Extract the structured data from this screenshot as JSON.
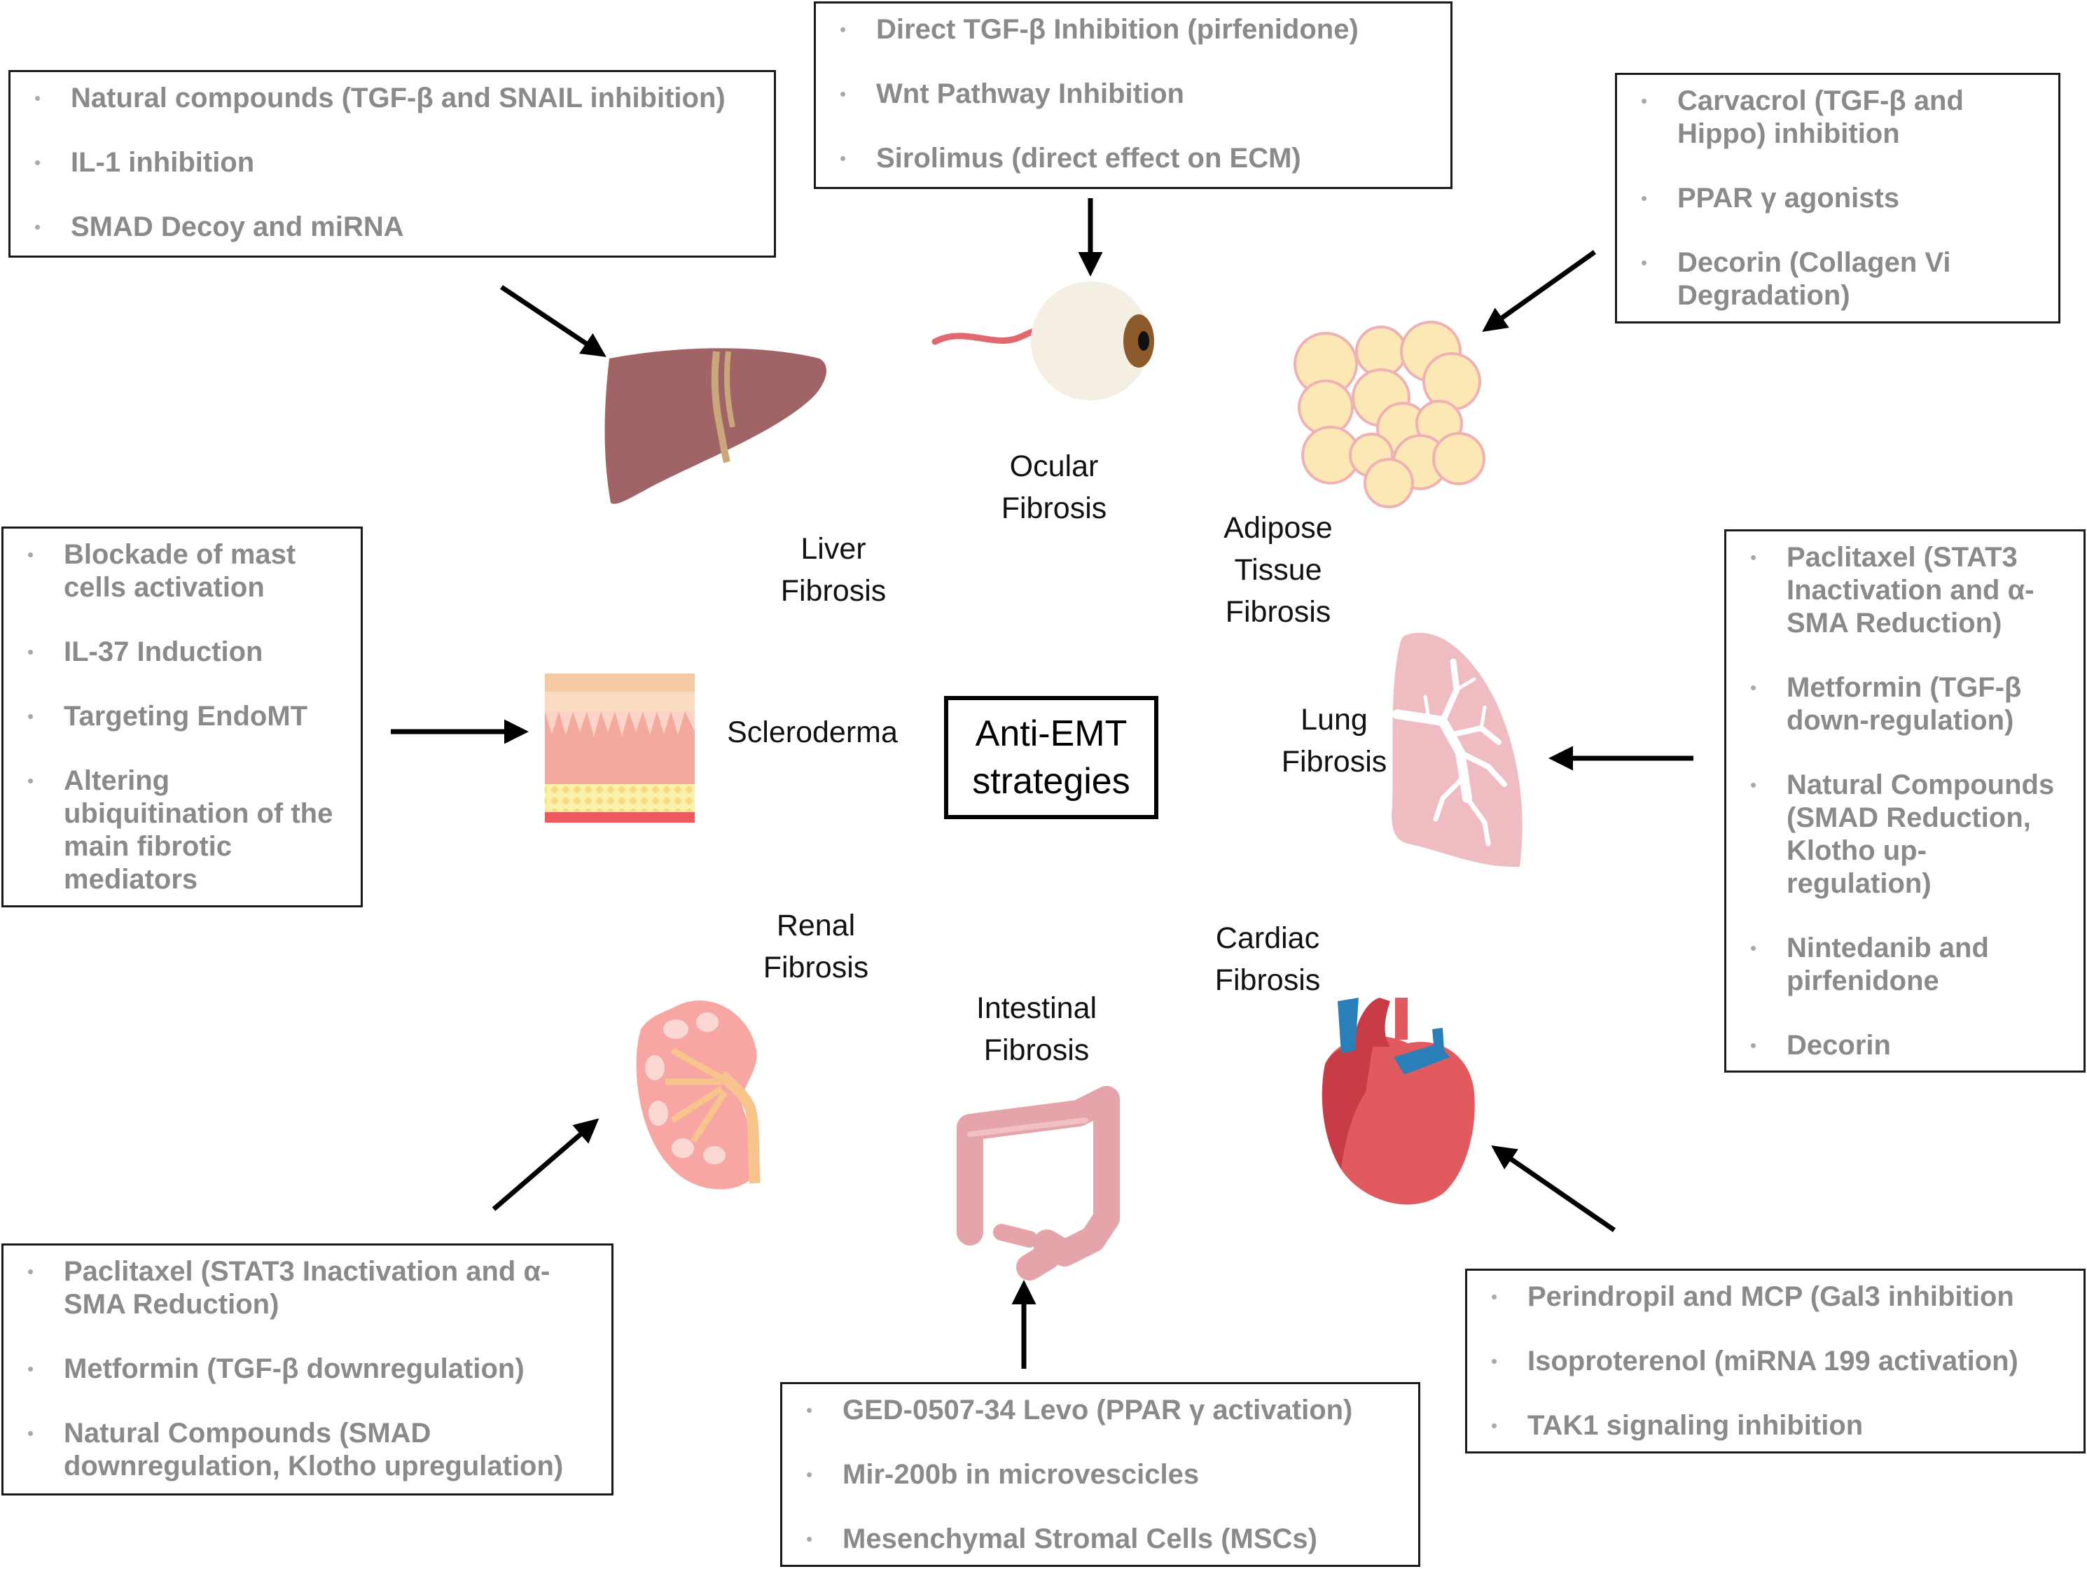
{
  "center": {
    "line1": "Anti-EMT",
    "line2": "strategies"
  },
  "organs": {
    "liver": {
      "line1": "Liver",
      "line2": "Fibrosis"
    },
    "ocular": {
      "line1": "Ocular",
      "line2": "Fibrosis"
    },
    "adipose": {
      "line1": "Adipose",
      "line2": "Tissue",
      "line3": "Fibrosis"
    },
    "scleroderma": {
      "line1": "Scleroderma"
    },
    "lung": {
      "line1": "Lung",
      "line2": "Fibrosis"
    },
    "renal": {
      "line1": "Renal",
      "line2": "Fibrosis"
    },
    "intestinal": {
      "line1": "Intestinal",
      "line2": "Fibrosis"
    },
    "cardiac": {
      "line1": "Cardiac",
      "line2": "Fibrosis"
    }
  },
  "boxes": {
    "liver": {
      "items": [
        "Natural compounds (TGF-β and SNAIL inhibition)",
        "IL-1 inhibition",
        "SMAD Decoy and miRNA"
      ]
    },
    "ocular": {
      "items": [
        "Direct TGF-β Inhibition (pirfenidone)",
        "Wnt Pathway Inhibition",
        "Sirolimus (direct effect on ECM)"
      ]
    },
    "adipose": {
      "items": [
        "Carvacrol (TGF-β and Hippo)  inhibition",
        "PPAR γ agonists",
        "Decorin (Collagen Vi Degradation)"
      ]
    },
    "scleroderma": {
      "items": [
        "Blockade of mast cells activation",
        "IL-37 Induction",
        "Targeting EndoMT",
        "Altering ubiquitination of the main fibrotic mediators"
      ]
    },
    "lung": {
      "items": [
        "Paclitaxel (STAT3 Inactivation and α-SMA Reduction)",
        "Metformin (TGF-β down-regulation)",
        "Natural Compounds (SMAD Reduction, Klotho up-regulation)",
        "Nintedanib and pirfenidone",
        "Decorin"
      ]
    },
    "renal": {
      "items": [
        "Paclitaxel (STAT3 Inactivation and α-SMA Reduction)",
        "Metformin (TGF-β downregulation)",
        "Natural Compounds (SMAD downregulation, Klotho upregulation)"
      ]
    },
    "intestinal": {
      "items": [
        "GED-0507-34 Levo (PPAR γ activation)",
        "Mir-200b in microvescicles",
        "Mesenchymal Stromal Cells (MSCs)"
      ]
    },
    "cardiac": {
      "items": [
        "Perindropil and MCP (Gal3 inhibition",
        "Isoproterenol (miRNA 199 activation)",
        " TAK1 signaling inhibition"
      ]
    }
  },
  "colors": {
    "liver": "#a06467",
    "bile": "#c9a77b",
    "eye_white": "#f4efe2",
    "iris": "#8d5a2b",
    "optic_nerve": "#e0686e",
    "fat_cell": "#fbe8b5",
    "fat_border": "#f0b1b5",
    "skin_top": "#f6c9a5",
    "skin_mid": "#f4a99d",
    "skin_fat": "#fbf0a8",
    "lung": "#efbcc1",
    "lung_tree": "#ffffff",
    "kidney": "#f7a6a4",
    "kidney_pelvis": "#f7c58c",
    "intestine": "#e5a4aa",
    "heart_red": "#e15a5e",
    "heart_dark": "#c83c46",
    "heart_blue": "#2a7fb8",
    "bullet_text": "#8a8a8a",
    "arrow": "#000000"
  }
}
